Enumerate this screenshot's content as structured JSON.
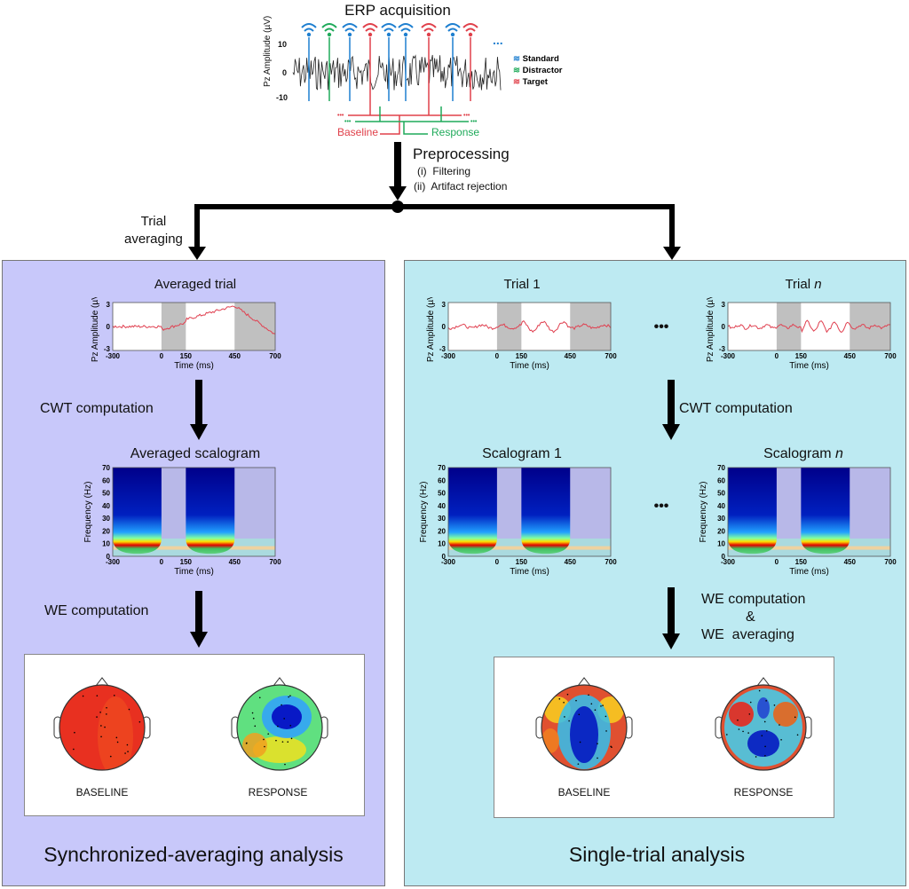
{
  "acquisition": {
    "title": "ERP acquisition",
    "ylabel": "Pz Amplitude (µV)",
    "yticks": [
      "10",
      "0",
      "-10"
    ],
    "stimuli": [
      "standard",
      "distractor",
      "standard",
      "target",
      "standard",
      "standard",
      "target",
      "standard",
      "target"
    ],
    "ellipsis": "...",
    "legend": [
      {
        "label": "Standard",
        "color": "#1e7fd0"
      },
      {
        "label": "Distractor",
        "color": "#1faa5a"
      },
      {
        "label": "Target",
        "color": "#e0404a"
      }
    ],
    "baseline_label": "Baseline",
    "response_label": "Response"
  },
  "preprocessing": {
    "title": "Preprocessing",
    "steps": [
      "(i)  Filtering",
      "(ii)  Artifact rejection"
    ]
  },
  "trial_averaging_label": "Trial\naveraging",
  "left": {
    "bg": "#c8c8fa",
    "averaged_trial_title": "Averaged trial",
    "cwt_label": "CWT computation",
    "scalogram_title": "Averaged scalogram",
    "we_label": "WE computation",
    "baseline": "BASELINE",
    "response": "RESPONSE",
    "footer": "Synchronized-averaging analysis"
  },
  "right": {
    "bg": "#bdeaf2",
    "trial1_title": "Trial 1",
    "trialn_title": "Trial ",
    "trialn_italic": "n",
    "dots": "•••",
    "cwt_label": "CWT computation",
    "scalogram1_title": "Scalogram 1",
    "scalogramn_title": "Scalogram ",
    "we_label_1": "WE computation",
    "we_label_2": "&",
    "we_label_3": "WE  averaging",
    "baseline": "BASELINE",
    "response": "RESPONSE",
    "footer": "Single-trial analysis"
  },
  "axes": {
    "trial_ylabel": "Pz Amplitude (µV)",
    "trial_yticks": [
      "3",
      "0",
      "-3"
    ],
    "time_ticks": [
      "-300",
      "0",
      "150",
      "450",
      "700"
    ],
    "time_label": "Time (ms)",
    "freq_label": "Frequency (Hz)",
    "freq_ticks": [
      "70",
      "60",
      "50",
      "40",
      "30",
      "20",
      "10",
      "0"
    ]
  }
}
